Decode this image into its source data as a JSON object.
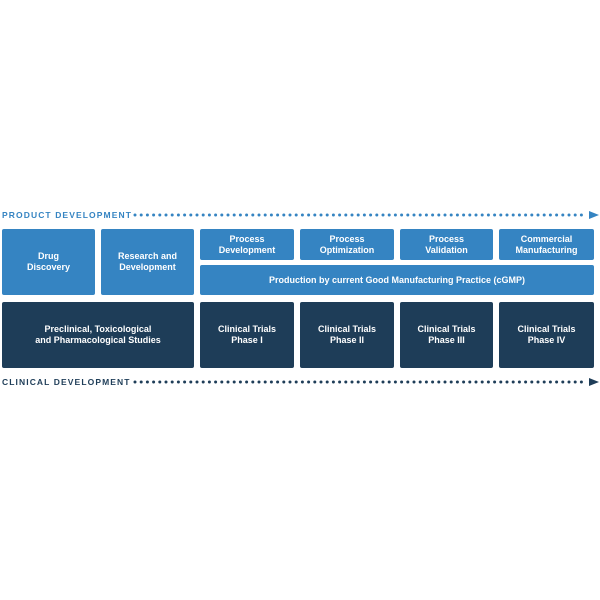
{
  "product_track": {
    "label": "PRODUCT DEVELOPMENT",
    "color": "#3584c2"
  },
  "clinical_track": {
    "label": "CLINICAL DEVELOPMENT",
    "color": "#1e3d58"
  },
  "product_boxes": {
    "drug_discovery": "Drug\nDiscovery",
    "research_development": "Research and\nDevelopment",
    "process_development": "Process\nDevelopment",
    "process_optimization": "Process\nOptimization",
    "process_validation": "Process\nValidation",
    "commercial_manufacturing": "Commercial\nManufacturing",
    "cgmp": "Production by current Good Manufacturing Practice (cGMP)"
  },
  "clinical_boxes": {
    "preclinical": "Preclinical, Toxicological\nand Pharmacological Studies",
    "phase_1": "Clinical Trials\nPhase I",
    "phase_2": "Clinical Trials\nPhase II",
    "phase_3": "Clinical Trials\nPhase III",
    "phase_4": "Clinical Trials\nPhase IV"
  },
  "colors": {
    "light_blue": "#3584c2",
    "dark_navy": "#1e3d58"
  }
}
